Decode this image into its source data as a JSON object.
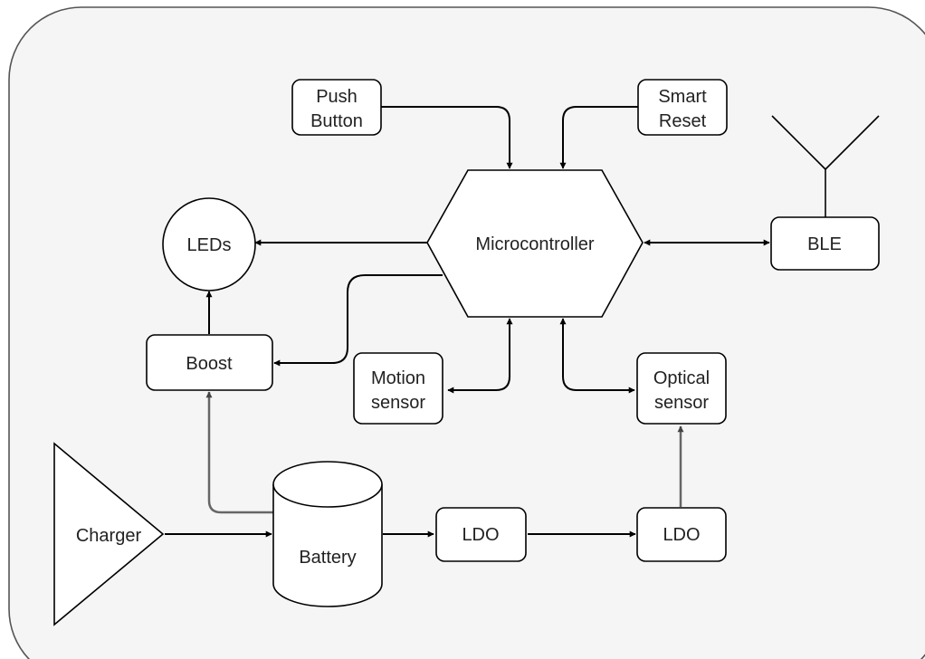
{
  "blocks": {
    "push_button": [
      "Push",
      "Button"
    ],
    "smart_reset": [
      "Smart",
      "Reset"
    ],
    "microcontroller": "Microcontroller",
    "leds": "LEDs",
    "ble": "BLE",
    "boost": "Boost",
    "motion_sensor": [
      "Motion",
      "sensor"
    ],
    "optical_sensor": [
      "Optical",
      "sensor"
    ],
    "charger": "Charger",
    "battery": "Battery",
    "ldo_1": "LDO",
    "ldo_2": "LDO"
  }
}
